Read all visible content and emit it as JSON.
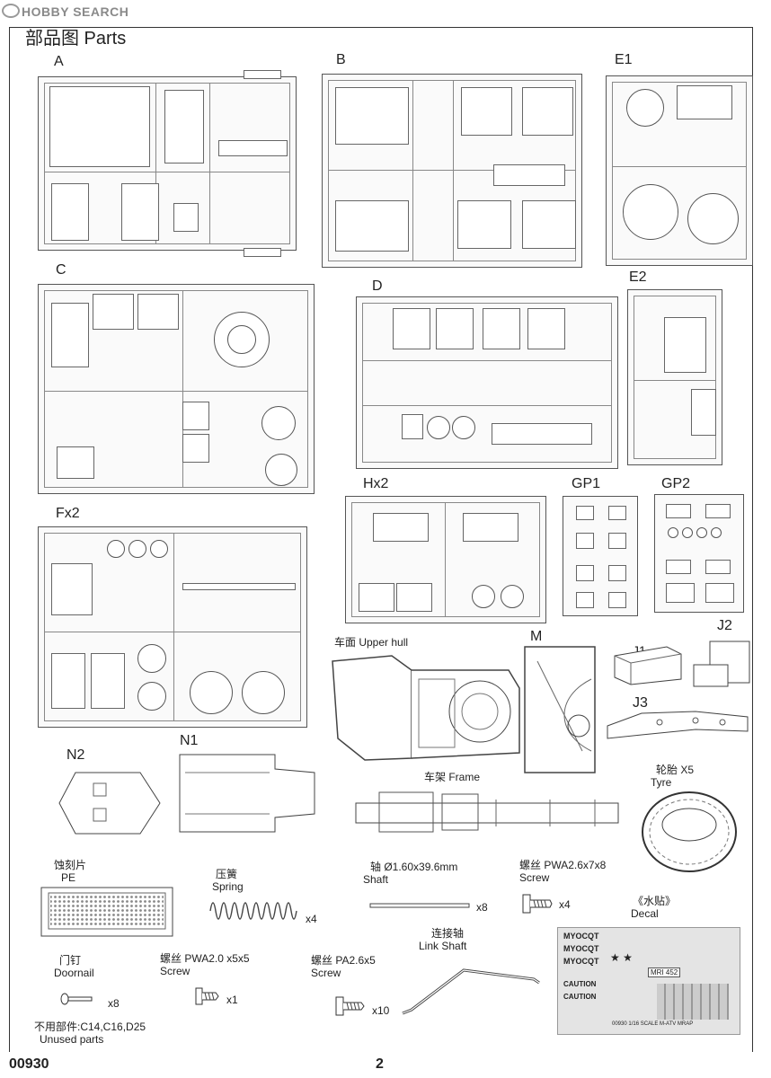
{
  "watermark": "HOBBY SEARCH",
  "page_title": "部品图  Parts",
  "sprues": {
    "A": "A",
    "B": "B",
    "E1": "E1",
    "C": "C",
    "D": "D",
    "E2": "E2",
    "Hx2": "Hx2",
    "GP1": "GP1",
    "GP2": "GP2",
    "Fx2": "Fx2",
    "M": "M",
    "J1": "J1",
    "J2": "J2",
    "J3": "J3",
    "N2": "N2",
    "N1": "N1"
  },
  "upper_hull": "车面  Upper hull",
  "frame": "车架  Frame",
  "tyre": {
    "cn": "轮胎 X5",
    "en": "Tyre"
  },
  "pe": {
    "cn": "蚀刻片",
    "en": "PE"
  },
  "spring": {
    "cn": "压簧",
    "en": "Spring",
    "qty": "x4"
  },
  "shaft": {
    "cn": "轴 Ø1.60x39.6mm",
    "en": "Shaft",
    "qty": "x8"
  },
  "screw1": {
    "cn": "螺丝 PWA2.6x7x8",
    "en": "Screw",
    "qty": "x4"
  },
  "decal": {
    "cn": "《水贴》",
    "en": "Decal"
  },
  "link_shaft": {
    "cn": "连接轴",
    "en": "Link Shaft"
  },
  "doornail": {
    "cn": "门钉",
    "en": "Doornail",
    "qty": "x8"
  },
  "screw2": {
    "cn": "螺丝 PWA2.0 x5x5",
    "en": "Screw",
    "qty": "x1"
  },
  "screw3": {
    "cn": "螺丝  PA2.6x5",
    "en": "Screw",
    "qty": "x10"
  },
  "unused": {
    "cn": "不用部件:C14,C16,D25",
    "en": "Unused parts"
  },
  "decal_sheet": {
    "lines": [
      "MYOCQT",
      "MYOCQT",
      "MYOCQT"
    ],
    "tags": [
      "MRI 452",
      "CAUTION",
      "CAUTION"
    ],
    "caption": "00930 1/16 SCALE M-ATV MRAP"
  },
  "footer": {
    "code": "00930",
    "page": "2"
  }
}
